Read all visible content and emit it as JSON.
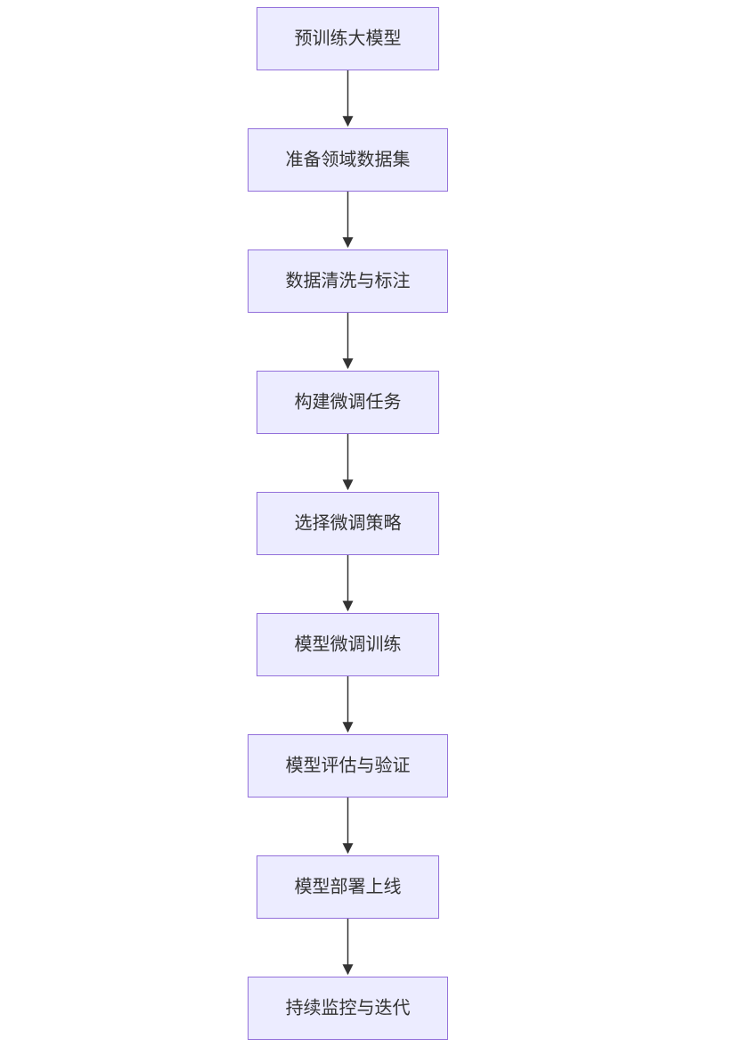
{
  "diagram": {
    "type": "flowchart",
    "direction": "top-down",
    "colors": {
      "node_fill": "#ECECFF",
      "node_border": "#9370DB",
      "edge": "#333333",
      "text": "#333333",
      "background": "#FFFFFF"
    },
    "nodes": [
      {
        "id": "n1",
        "label": "预训练大模型"
      },
      {
        "id": "n2",
        "label": "准备领域数据集"
      },
      {
        "id": "n3",
        "label": "数据清洗与标注"
      },
      {
        "id": "n4",
        "label": "构建微调任务"
      },
      {
        "id": "n5",
        "label": "选择微调策略"
      },
      {
        "id": "n6",
        "label": "模型微调训练"
      },
      {
        "id": "n7",
        "label": "模型评估与验证"
      },
      {
        "id": "n8",
        "label": "模型部署上线"
      },
      {
        "id": "n9",
        "label": "持续监控与迭代"
      }
    ],
    "edges": [
      {
        "from": "n1",
        "to": "n2"
      },
      {
        "from": "n2",
        "to": "n3"
      },
      {
        "from": "n3",
        "to": "n4"
      },
      {
        "from": "n4",
        "to": "n5"
      },
      {
        "from": "n5",
        "to": "n6"
      },
      {
        "from": "n6",
        "to": "n7"
      },
      {
        "from": "n7",
        "to": "n8"
      },
      {
        "from": "n8",
        "to": "n9"
      }
    ]
  }
}
